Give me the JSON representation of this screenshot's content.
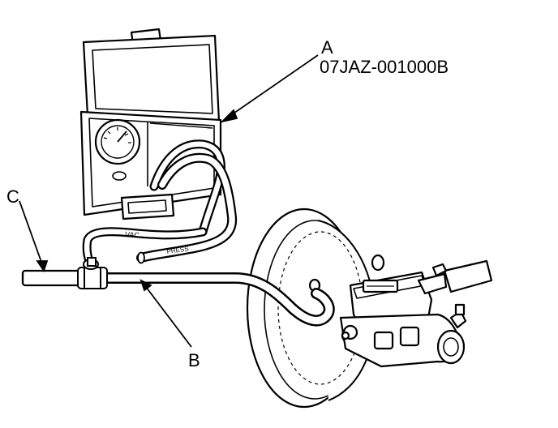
{
  "labels": {
    "a": "A",
    "a_part_number": "07JAZ-001000B",
    "b": "B",
    "c": "C"
  },
  "gauge_tube_text": {
    "vac": "VAC",
    "press": "PRESS"
  },
  "colors": {
    "line": "#000000",
    "background": "#ffffff"
  }
}
